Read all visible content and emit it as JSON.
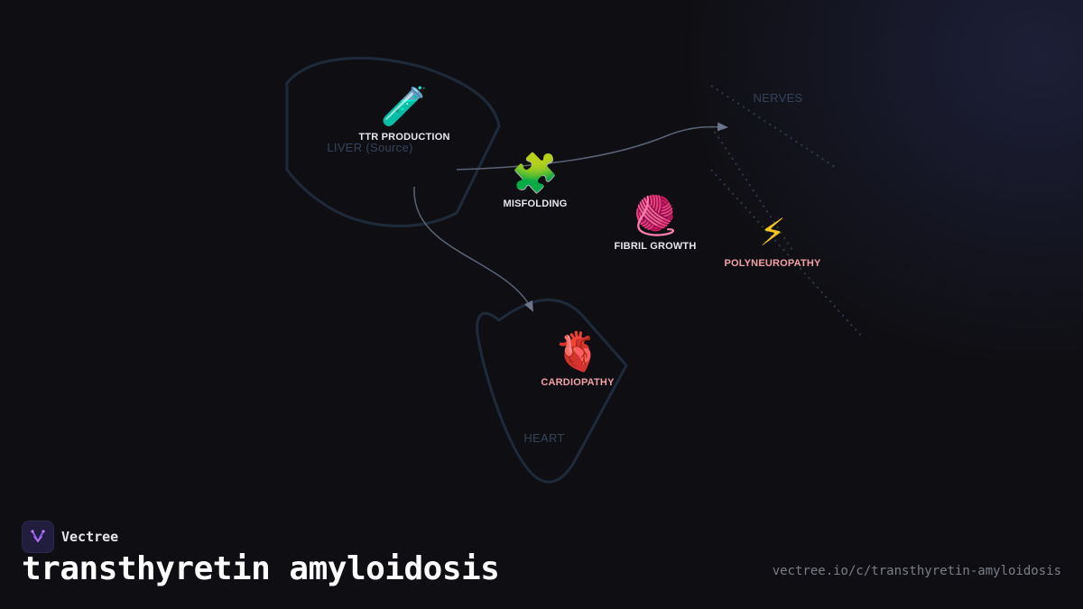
{
  "regions": {
    "liver": "LIVER (Source)",
    "nerves": "NERVES",
    "heart": "HEART"
  },
  "nodes": {
    "ttr_production": {
      "icon": "🧪",
      "icon_name": "test-tube-icon",
      "label": "TTR PRODUCTION"
    },
    "misfolding": {
      "icon": "🧩",
      "icon_name": "puzzle-piece-icon",
      "label": "MISFOLDING"
    },
    "fibril_growth": {
      "icon": "🧶",
      "icon_name": "yarn-ball-icon",
      "label": "FIBRIL GROWTH"
    },
    "polyneuropathy": {
      "icon": "⚡",
      "icon_name": "lightning-icon",
      "label": "POLYNEUROPATHY"
    },
    "cardiopathy": {
      "icon": "🫀",
      "icon_name": "anatomical-heart-icon",
      "label": "CARDIOPATHY"
    }
  },
  "brand": {
    "name": "Vectree",
    "logo_icon": "vectree-logo-icon"
  },
  "title": "transthyretin amyloidosis",
  "url": "vectree.io/c/transthyretin-amyloidosis",
  "colors": {
    "background": "#0f0f13",
    "region_outline": "#1e2a3a",
    "arrow": "#6b7488",
    "label_light": "#e6e8ee",
    "label_alert": "#f2a0a8"
  }
}
